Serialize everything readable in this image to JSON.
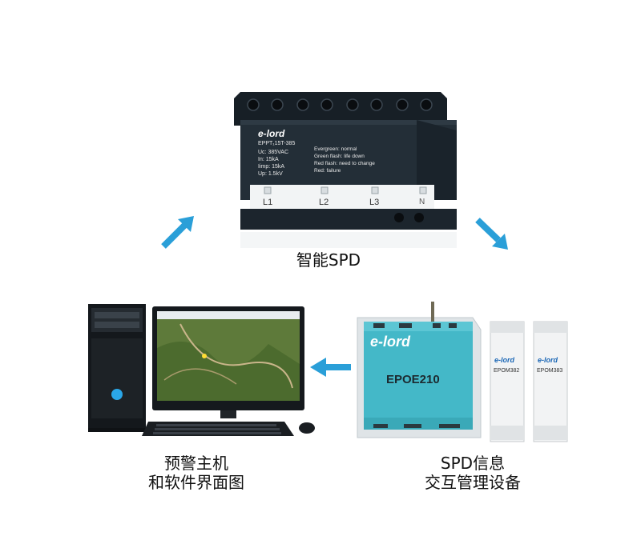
{
  "spd_device": {
    "caption": "智能SPD",
    "brand": "e-lord",
    "model": "EPPT₁15T-385",
    "specs": [
      "Uc: 385VAC",
      "In: 15kA",
      "Iimp: 15kA",
      "Up: 1.5kV"
    ],
    "status_legend": [
      "Evergreen: normal",
      "Green flash: life down",
      "Red flash: need to change",
      "Red: failure"
    ],
    "phase_labels": [
      "L1",
      "L2",
      "L3",
      "N"
    ]
  },
  "info_device": {
    "caption_line1": "SPD信息",
    "caption_line2": "交互管理设备",
    "brand": "e-lord",
    "model": "EPOE210",
    "module_model_1": "EPOM382",
    "module_model_2": "EPOM383"
  },
  "computer": {
    "caption_line1": "预警主机",
    "caption_line2": "和软件界面图"
  },
  "colors": {
    "arrow": "#2a9fd8",
    "device_body": "#1f2a33",
    "info_box": "#3fb6c6"
  }
}
